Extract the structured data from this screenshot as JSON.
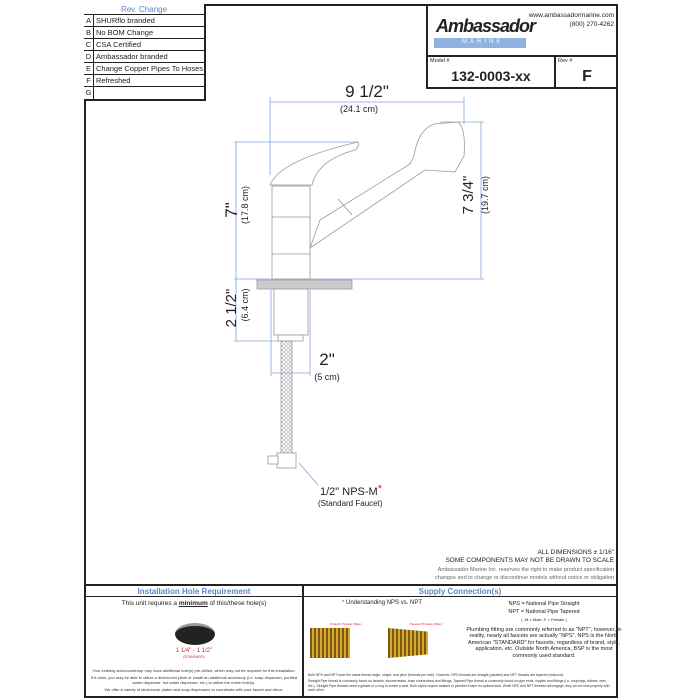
{
  "revision_table": {
    "header": "Rev. Change",
    "rows": [
      {
        "rev": "A",
        "change": "SHURflo branded"
      },
      {
        "rev": "B",
        "change": "No BOM Change"
      },
      {
        "rev": "C",
        "change": "CSA Certified"
      },
      {
        "rev": "D",
        "change": "Ambassador branded"
      },
      {
        "rev": "E",
        "change": "Change Copper Pipes To Hoses"
      },
      {
        "rev": "F",
        "change": "Refreshed"
      },
      {
        "rev": "G",
        "change": ""
      }
    ]
  },
  "title_block": {
    "logo_text": "Ambassador",
    "logo_sub": "MARINE",
    "website": "www.ambassadormarine.com",
    "phone": "(800) 270-4262",
    "model_label": "Model #",
    "model": "132-0003-xx",
    "rev_label": "Rev #",
    "rev": "F"
  },
  "dimensions": {
    "width": {
      "inch": "9 1/2\"",
      "cm": "(24.1 cm)"
    },
    "height_handle": {
      "inch": "7\"",
      "cm": "(17.8 cm)"
    },
    "height_spout": {
      "inch": "7 3/4\"",
      "cm": "(19.7 cm)"
    },
    "shank": {
      "inch": "2 1/2\"",
      "cm": "(6.4 cm)"
    },
    "base": {
      "inch": "2\"",
      "cm": "(5 cm)"
    },
    "connection": {
      "label": "1/2\" NPS-M",
      "asterisk": "*",
      "sub": "(Standard Faucet)"
    }
  },
  "notes": {
    "tolerance": "ALL DIMENSIONS ± 1/16\"",
    "scale": "SOME COMPONENTS MAY NOT BE DRAWN TO SCALE",
    "disclaimer1": "Ambassador Marine Inc. reserves the right to make product specification",
    "disclaimer2": "changes and to change or discontinue models without notice or obligation"
  },
  "installation": {
    "title": "Installation Hole Requirement",
    "subtitle_pre": "This unit requires a ",
    "subtitle_em": "minimum",
    "subtitle_post": " of this/these hole(s)",
    "hole_size": "1 1/4\" - 1 1/2\"",
    "hole_std": "(STANDARD)",
    "p1": "Your existing sink/countertop may have additional hole(s) pre-drilled, which may not be required for this installation.",
    "p2": "If it does, you may be able to utilize a deck/cover plate or install an additional accessory (i.e. soap dispenser, purified water dispenser, hot water dispenser, etc.) to utilize the entire hole(s).",
    "p3": "We offer a variety of deck/cover plates and soap dispensers to coordinate with your faucet and décor."
  },
  "supply": {
    "title": "Supply Connection(s)",
    "understanding": "Understanding NPS vs. NPT",
    "straight_label": "Straight Threads (Male)",
    "tapered_label": "Tapered Threads (Male)",
    "nps": "NPS = National Pipe Straight",
    "npt": "NPT = National Pipe Tapered",
    "mf": "( -M = Male      -F = Female )",
    "para": "Plumbing fitting are commonly referred to as \"NPT\", however, in reality, nearly all faucets are actually \"NPS\". NPS is the North American \"STANDARD\" for faucets, regardless of brand, style, application, etc. Outside North America, BSP is the most commonly used standard.",
    "fine1": "Both NPS and NPT have the same thread angle, shape, and pitch (threads per inch). However, NPS threads are straight (parallel) and NPT threads are tapered (reduced).",
    "fine2": "Straight Pipe thread is commonly found on faucets, showerheads, hose connections and fittings. Tapered Pipe thread is commonly found on pipe ends, nipples and fittings (i.e. couplings, elbows, tees, etc.). Straight Pipe threads need a gasket or o-ring to create a seal. Both styles require sealant or plumber's tape for optimal seal. While NPS and NPT threads will engage, they do not seal properly with each other."
  },
  "colors": {
    "dimension": "#7fa6dc",
    "heading": "#5b86c9",
    "asterisk": "#e0202a",
    "brass": "#c9961f"
  }
}
